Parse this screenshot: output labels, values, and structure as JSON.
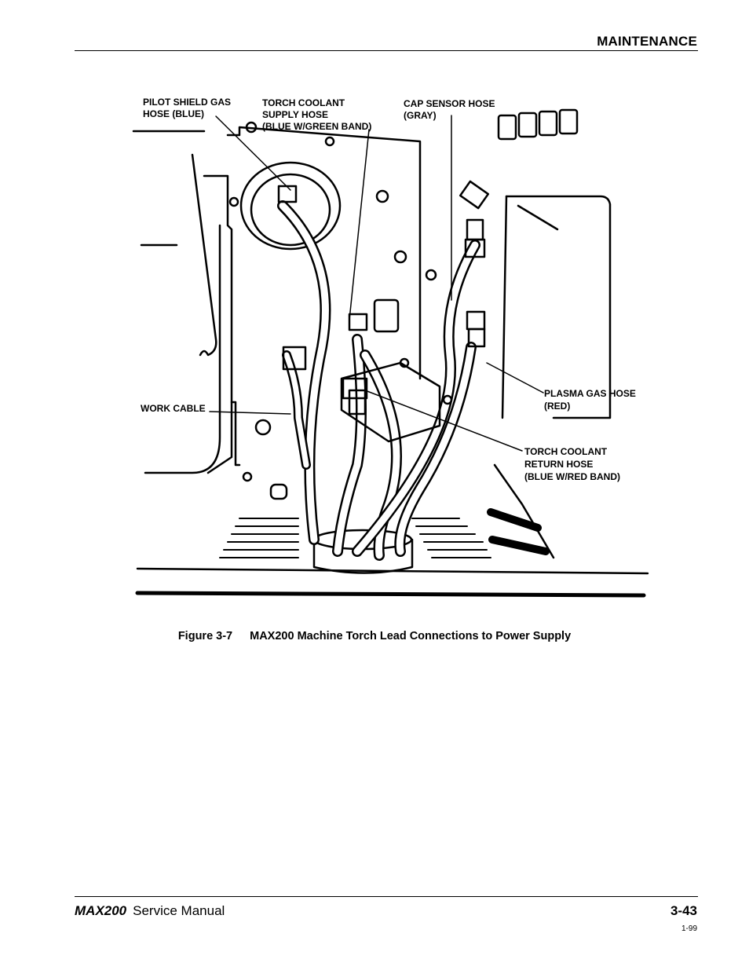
{
  "header": {
    "section": "MAINTENANCE"
  },
  "figure": {
    "callouts": {
      "pilot_shield_line1": "PILOT SHIELD GAS",
      "pilot_shield_line2": "HOSE (BLUE)",
      "coolant_supply_line1": "TORCH COOLANT",
      "coolant_supply_line2": "SUPPLY HOSE",
      "coolant_supply_line3": "(BLUE W/GREEN BAND)",
      "cap_sensor_line1": "CAP SENSOR HOSE",
      "cap_sensor_line2": "(GRAY)",
      "work_cable": "WORK CABLE",
      "plasma_gas_line1": "PLASMA GAS HOSE",
      "plasma_gas_line2": "(RED)",
      "coolant_return_line1": "TORCH COOLANT",
      "coolant_return_line2": "RETURN HOSE",
      "coolant_return_line3": "(BLUE W/RED BAND)"
    },
    "caption_number": "Figure 3-7",
    "caption_title": "MAX200 Machine Torch Lead Connections to Power Supply"
  },
  "footer": {
    "model": "MAX200",
    "manual": "Service Manual",
    "page_number": "3-43",
    "date": "1-99"
  }
}
